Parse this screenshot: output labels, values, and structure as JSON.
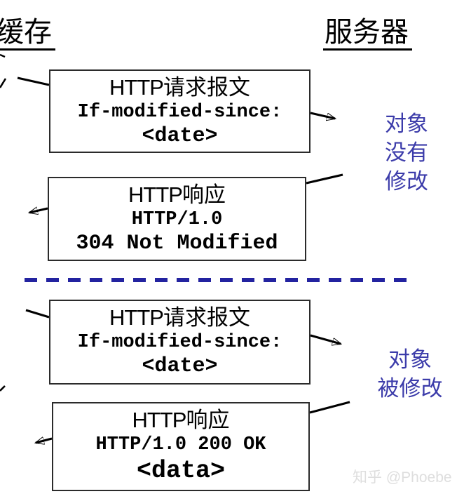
{
  "headers": {
    "cache": "缓存",
    "server": "服务器"
  },
  "flow": {
    "request_box_1": {
      "title_latin": "HTTP",
      "title_cjk": "请求报文",
      "line2": "If-modified-since:",
      "line3": "<date>"
    },
    "response_box_1": {
      "title_latin": "HTTP",
      "title_cjk": "响应",
      "line2": "HTTP/1.0",
      "line3": "304 Not Modified"
    },
    "request_box_2": {
      "title_latin": "HTTP",
      "title_cjk": "请求报文",
      "line2": "If-modified-since:",
      "line3": "<date>"
    },
    "response_box_2": {
      "title_latin": "HTTP",
      "title_cjk": "响应",
      "line2": "HTTP/1.0 200 OK",
      "line3": "<data>"
    },
    "note_not_modified": {
      "lines": [
        "对象",
        "没有",
        "修改"
      ]
    },
    "note_modified": {
      "lines": [
        "对象",
        "被修改"
      ]
    }
  },
  "colors": {
    "note_blue": "#3c3caa",
    "divider_blue": "#2323a0",
    "line_black": "#000000",
    "watermark_gray": "#dedede"
  },
  "watermark": "知乎 @Phoebe"
}
